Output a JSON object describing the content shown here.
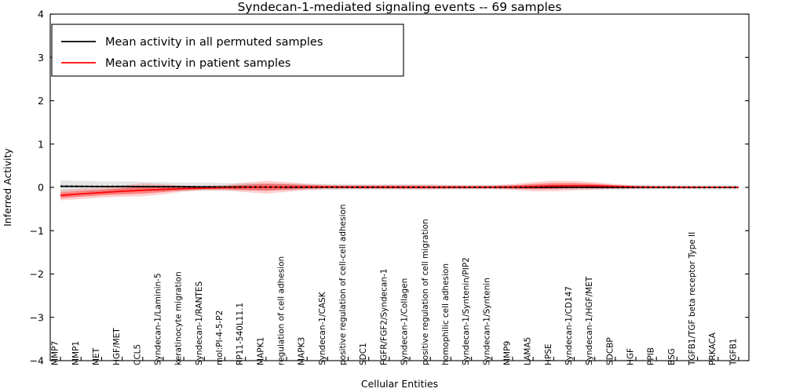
{
  "chart_data": {
    "type": "line",
    "title": "Syndecan-1-mediated signaling events -- 69 samples",
    "xlabel": "Cellular Entities",
    "ylabel": "Inferred Activity",
    "ylim": [
      -4,
      4
    ],
    "yticks": [
      "4",
      "3",
      "2",
      "1",
      "0",
      "-1",
      "-2",
      "-3",
      "-4"
    ],
    "ytick_values": [
      4,
      3,
      2,
      1,
      0,
      -1,
      -2,
      -3,
      -4
    ],
    "grid": false,
    "legend_position": "upper left",
    "legend": [
      {
        "label": "Mean activity in all permuted samples",
        "color": "#000000"
      },
      {
        "label": "Mean activity in patient samples",
        "color": "#ff0000"
      }
    ],
    "categories": [
      "MMP7",
      "MMP1",
      "MET",
      "HGF/MET",
      "CCL5",
      "Syndecan-1/Laminin-5",
      "keratinocyte migration",
      "Syndecan-1/RANTES",
      "mol:PI-4-5-P2",
      "RP11-540L11.1",
      "MAPK1",
      "regulation of cell adhesion",
      "MAPK3",
      "Syndecan-1/CASK",
      "positive regulation of cell-cell adhesion",
      "SDC1",
      "FGFR/FGF2/Syndecan-1",
      "Syndecan-1/Collagen",
      "positive regulation of cell migration",
      "homophilic cell adhesion",
      "Syndecan-1/Syntenin/PIP2",
      "Syndecan-1/Syntenin",
      "MMP9",
      "LAMA5",
      "HPSE",
      "Syndecan-1/CD147",
      "Syndecan-1/HGF/MET",
      "SDCBP",
      "HGF",
      "PPIB",
      "BSG",
      "TGFB1/TGF beta receptor Type II",
      "PRKACA",
      "TGFB1"
    ],
    "series": [
      {
        "name": "Mean activity in all permuted samples",
        "color": "#000000",
        "values": [
          0.025,
          0.022,
          0.02,
          0.02,
          0.018,
          0.016,
          0.014,
          0.012,
          0.01,
          0.008,
          0.006,
          0.005,
          0.004,
          0.003,
          0.003,
          0.002,
          0.002,
          0.002,
          0.001,
          0.001,
          0.001,
          0.001,
          0.001,
          0.001,
          0.001,
          0.001,
          0.0,
          0.0,
          0.0,
          0.0,
          0.0,
          0.0,
          0.0,
          0.0
        ],
        "band_upper": [
          0.16,
          0.15,
          0.14,
          0.14,
          0.13,
          0.12,
          0.11,
          0.11,
          0.1,
          0.1,
          0.09,
          0.09,
          0.08,
          0.08,
          0.08,
          0.07,
          0.07,
          0.07,
          0.07,
          0.06,
          0.06,
          0.06,
          0.06,
          0.06,
          0.06,
          0.06,
          0.06,
          0.06,
          0.06,
          0.06,
          0.06,
          0.06,
          0.06,
          0.06
        ],
        "band_lower": [
          -0.11,
          -0.1,
          -0.1,
          -0.1,
          -0.09,
          -0.09,
          -0.08,
          -0.08,
          -0.07,
          -0.07,
          -0.07,
          -0.06,
          -0.06,
          -0.06,
          -0.06,
          -0.06,
          -0.05,
          -0.05,
          -0.05,
          -0.05,
          -0.05,
          -0.05,
          -0.05,
          -0.05,
          -0.05,
          -0.05,
          -0.05,
          -0.05,
          -0.05,
          -0.05,
          -0.05,
          -0.05,
          -0.05,
          -0.05
        ]
      },
      {
        "name": "Mean activity in patient samples",
        "color": "#ff0000",
        "values": [
          -0.185,
          -0.15,
          -0.12,
          -0.092,
          -0.066,
          -0.045,
          -0.028,
          -0.016,
          -0.008,
          -0.002,
          0.004,
          0.01,
          0.012,
          0.012,
          0.01,
          0.008,
          0.007,
          0.006,
          0.006,
          0.006,
          0.006,
          0.006,
          0.008,
          0.02,
          0.034,
          0.04,
          0.034,
          0.02,
          0.01,
          0.006,
          0.004,
          0.003,
          0.003,
          0.003
        ],
        "band_upper": [
          -0.06,
          -0.03,
          -0.01,
          0.04,
          0.095,
          0.075,
          0.04,
          0.03,
          0.055,
          0.11,
          0.155,
          0.125,
          0.085,
          0.06,
          0.055,
          0.055,
          0.058,
          0.06,
          0.058,
          0.052,
          0.046,
          0.05,
          0.075,
          0.125,
          0.155,
          0.15,
          0.12,
          0.075,
          0.046,
          0.036,
          0.032,
          0.03,
          0.03,
          0.03
        ],
        "band_lower": [
          -0.3,
          -0.27,
          -0.235,
          -0.215,
          -0.205,
          -0.16,
          -0.1,
          -0.065,
          -0.07,
          -0.11,
          -0.145,
          -0.105,
          -0.062,
          -0.04,
          -0.036,
          -0.038,
          -0.044,
          -0.048,
          -0.046,
          -0.04,
          -0.036,
          -0.038,
          -0.056,
          -0.09,
          -0.09,
          -0.07,
          -0.055,
          -0.04,
          -0.028,
          -0.024,
          -0.022,
          -0.022,
          -0.022,
          -0.022
        ]
      }
    ]
  }
}
